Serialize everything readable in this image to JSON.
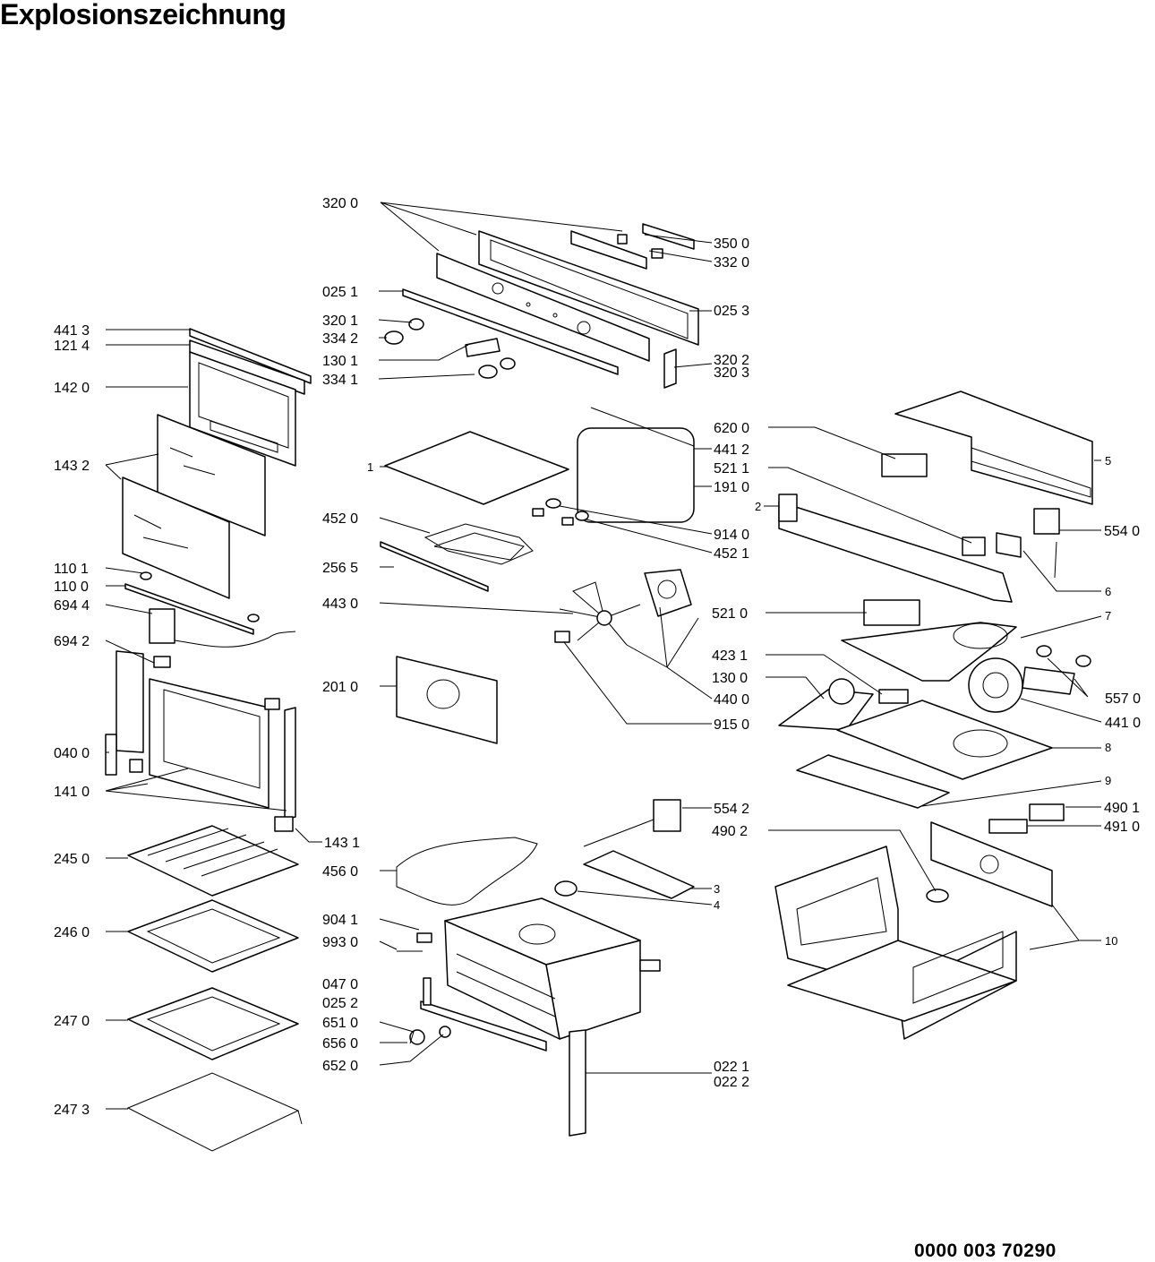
{
  "title": "Explosionszeichnung",
  "doc_number": "0000 003 70290",
  "labels": {
    "l_3200": "320 0",
    "l_3500": "350 0",
    "l_3320": "332 0",
    "l_0251": "025 1",
    "l_0253": "025 3",
    "l_3201": "320 1",
    "l_3342": "334 2",
    "l_1301": "130 1",
    "l_3341": "334 1",
    "l_3202": "320 2",
    "l_3203": "320 3",
    "l_4413": "441 3",
    "l_1214": "121 4",
    "l_1420": "142 0",
    "l_1432": "143 2",
    "l_1": "1",
    "l_6200": "620 0",
    "l_4412": "441 2",
    "l_5211": "521 1",
    "l_1910": "191 0",
    "l_5": "5",
    "l_2": "2",
    "l_5540": "554 0",
    "l_4520": "452 0",
    "l_9140": "914 0",
    "l_2565": "256 5",
    "l_4521": "452 1",
    "l_6": "6",
    "l_1101": "110 1",
    "l_1100": "110 0",
    "l_6944": "694 4",
    "l_4430": "443 0",
    "l_5210": "521 0",
    "l_7": "7",
    "l_6942": "694 2",
    "l_4231": "423 1",
    "l_1300": "130 0",
    "l_5570": "557 0",
    "l_2010": "201 0",
    "l_4400": "440 0",
    "l_9150": "915 0",
    "l_4410": "441 0",
    "l_0400": "040 0",
    "l_8": "8",
    "l_1410": "141 0",
    "l_9": "9",
    "l_4901": "490 1",
    "l_5542": "554 2",
    "l_1431": "143 1",
    "l_4902": "490 2",
    "l_4910": "491 0",
    "l_2450": "245 0",
    "l_4560": "456 0",
    "l_3": "3",
    "l_4": "4",
    "l_9041": "904 1",
    "l_2460": "246 0",
    "l_9930": "993 0",
    "l_10": "10",
    "l_0470": "047 0",
    "l_0252": "025 2",
    "l_2470": "247 0",
    "l_6510": "651 0",
    "l_6560": "656 0",
    "l_6520": "652 0",
    "l_0221": "022 1",
    "l_0222": "022 2",
    "l_2473": "247 3"
  }
}
